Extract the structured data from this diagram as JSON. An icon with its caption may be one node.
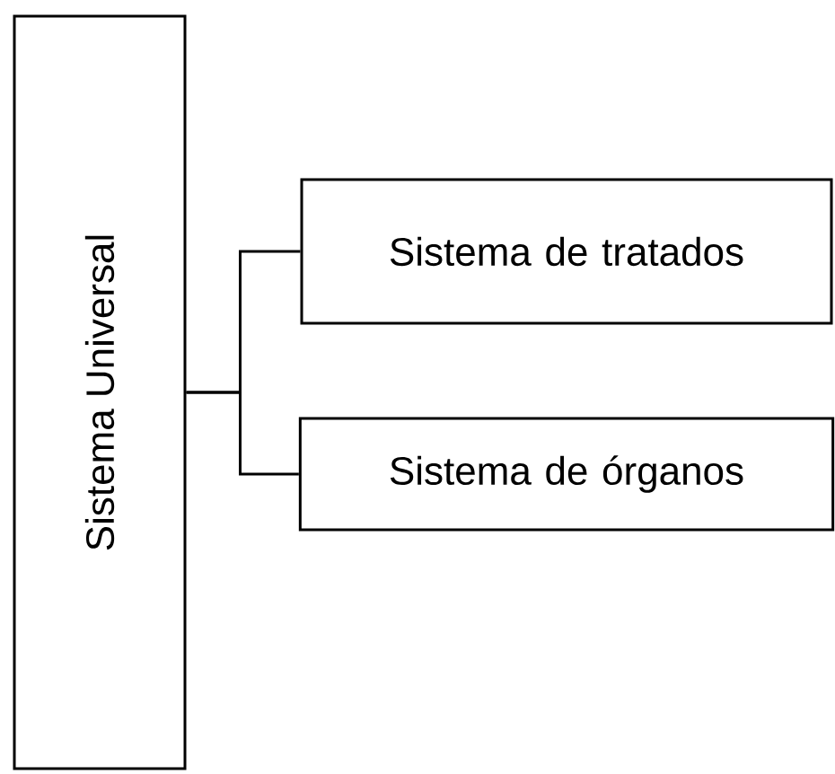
{
  "diagram": {
    "nodes": [
      {
        "text": [
          "Sistema Universal"
        ]
      },
      {
        "text": [
          "Sistema de tratados"
        ]
      },
      {
        "text": [
          "Sistema de órganos"
        ]
      }
    ],
    "edges": [
      {
        "from": 0,
        "to": 1,
        "arrow": "none"
      },
      {
        "from": 0,
        "to": 2,
        "arrow": "none"
      }
    ]
  }
}
